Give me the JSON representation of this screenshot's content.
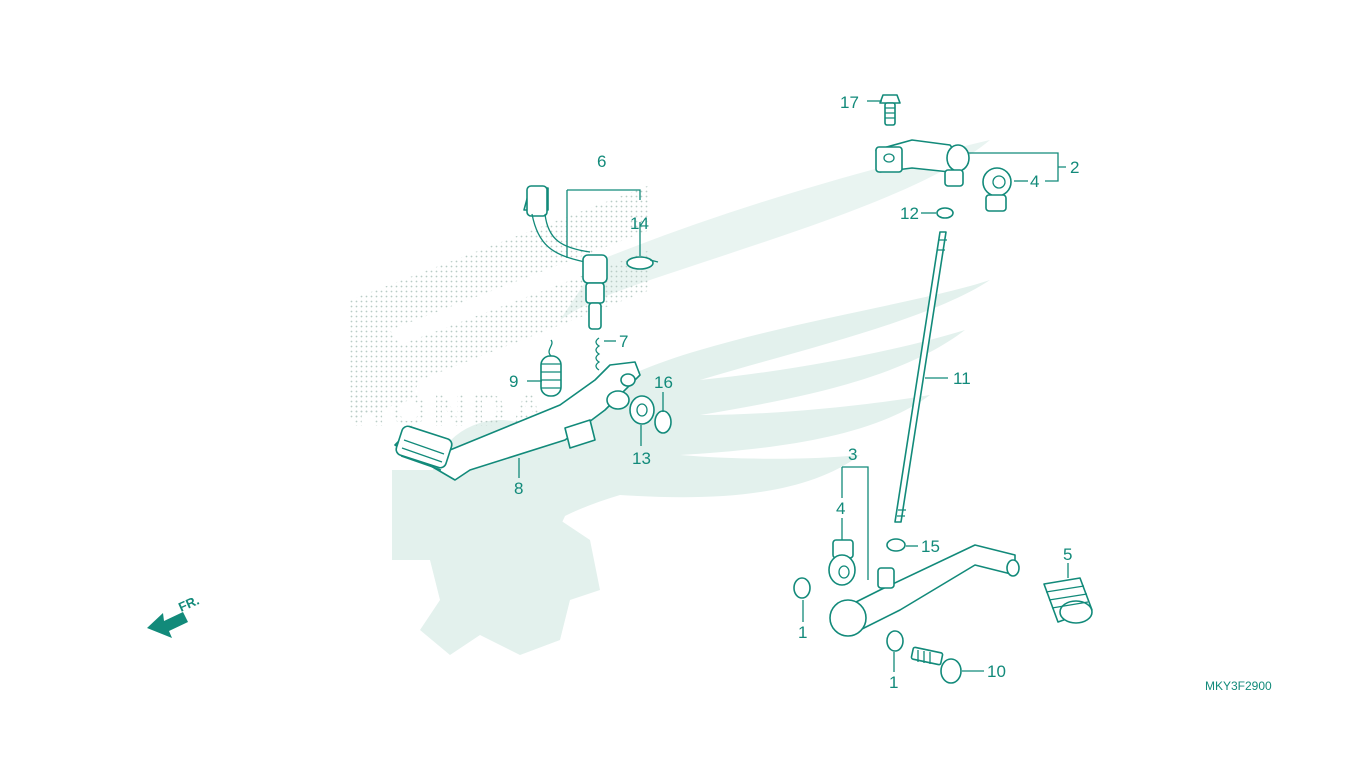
{
  "diagram": {
    "callouts": {
      "c1a": "1",
      "c1b": "1",
      "c2": "2",
      "c3": "3",
      "c4a": "4",
      "c4b": "4",
      "c5": "5",
      "c6": "6",
      "c7": "7",
      "c8": "8",
      "c9": "9",
      "c10": "10",
      "c11": "11",
      "c12": "12",
      "c13": "13",
      "c14": "14",
      "c15": "15",
      "c16": "16",
      "c17": "17"
    },
    "direction_label": "FR.",
    "diagram_code": "MKY3F2900",
    "watermark_text": "HONDA"
  },
  "colors": {
    "line": "#128a7a",
    "watermark": "#e3f1ed",
    "background": "#ffffff"
  }
}
